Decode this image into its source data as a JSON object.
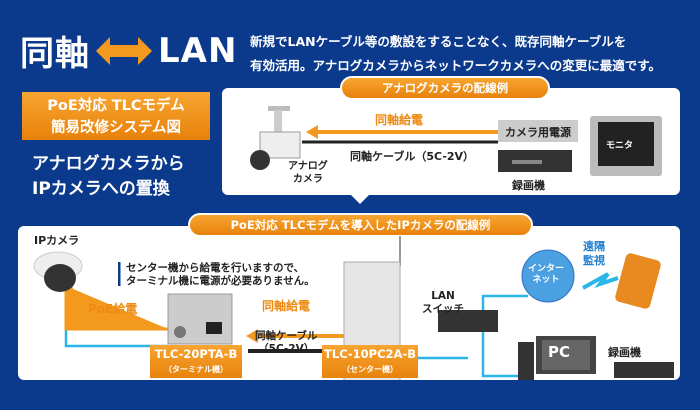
{
  "header": {
    "title_left": "同軸",
    "title_right": "LAN",
    "description": [
      "新規でLANケーブル等の敷設をすることなく、既存同軸ケーブルを",
      "有効活用。アナログカメラからネットワークカメラへの変更に最適です。"
    ]
  },
  "side": {
    "box_lines": [
      "PoE対応 TLCモデム",
      "簡易改修システム図"
    ],
    "subtitle_lines": [
      "アナログカメラから",
      "IPカメラへの置換"
    ]
  },
  "analog": {
    "heading": "アナログカメラの配線例",
    "power_label": "同軸給電",
    "power_source": "カメラ用電源",
    "cable": "同軸ケーブル（5C-2V）",
    "camera": [
      "アナログ",
      "カメラ"
    ],
    "recorder": "録画機",
    "monitor": "モニタ"
  },
  "ip": {
    "heading": "PoE対応 TLCモデムを導入したIPカメラの配線例",
    "camera": "IPカメラ",
    "note": [
      "センター機から給電を行いますので、",
      "ターミナル機に電源が必要ありません。"
    ],
    "poe": "PoE給電",
    "coax_power": "同軸給電",
    "cable": [
      "同軸ケーブル",
      "（5C-2V）"
    ],
    "terminal": {
      "model": "TLC-20PTA-B",
      "role": "（ターミナル機）"
    },
    "center": {
      "model": "TLC-10PC2A-B",
      "role": "（センター機）"
    },
    "switch": [
      "LAN",
      "スイッチ"
    ],
    "internet": [
      "インター",
      "ネット"
    ],
    "remote": [
      "遠隔",
      "監視"
    ],
    "pc": "PC",
    "recorder": "録画機"
  }
}
